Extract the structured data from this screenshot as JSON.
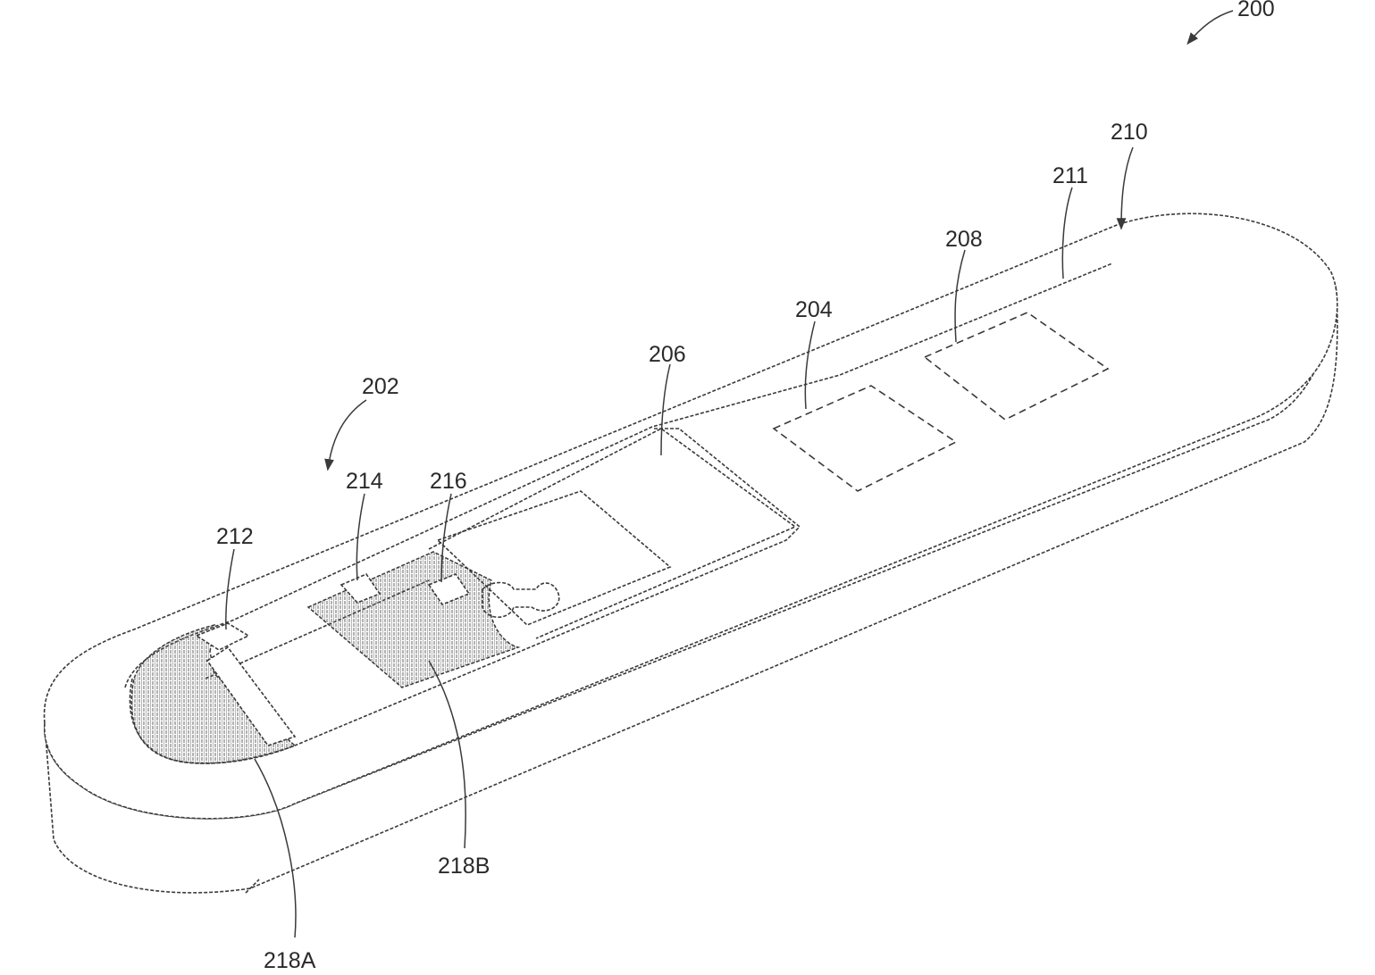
{
  "labels": {
    "device": "200",
    "housing": "210",
    "surface": "211",
    "component_208": "208",
    "component_204": "204",
    "component_206": "206",
    "assembly": "202",
    "sensor_214": "214",
    "sensor_216": "216",
    "sensor_212": "212",
    "region_218b": "218B",
    "region_218a": "218A"
  }
}
